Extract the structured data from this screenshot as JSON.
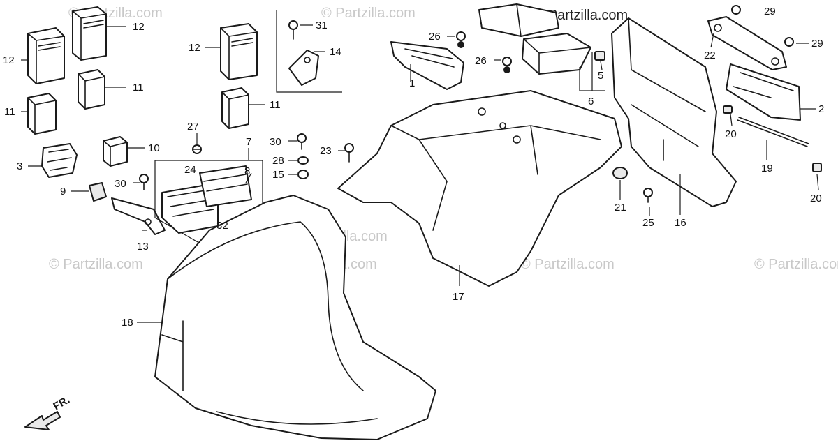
{
  "watermarks": [
    {
      "text": "© Partzilla.com"
    },
    {
      "text": "© Partzilla.com"
    },
    {
      "text": "© Partzilla.com"
    },
    {
      "text": "© Partzilla.com"
    },
    {
      "text": "© Partzilla.com"
    },
    {
      "text": "© Partzilla.com"
    },
    {
      "text": "© Partzilla.com"
    },
    {
      "text": "©Partzilla.com"
    }
  ],
  "direction_label": "FR.",
  "callouts": [
    {
      "num": "1"
    },
    {
      "num": "2"
    },
    {
      "num": "3"
    },
    {
      "num": "5"
    },
    {
      "num": "6"
    },
    {
      "num": "7"
    },
    {
      "num": "8"
    },
    {
      "num": "9"
    },
    {
      "num": "10"
    },
    {
      "num": "11"
    },
    {
      "num": "11"
    },
    {
      "num": "11"
    },
    {
      "num": "12"
    },
    {
      "num": "12"
    },
    {
      "num": "12"
    },
    {
      "num": "13"
    },
    {
      "num": "14"
    },
    {
      "num": "15"
    },
    {
      "num": "16"
    },
    {
      "num": "17"
    },
    {
      "num": "18"
    },
    {
      "num": "19"
    },
    {
      "num": "20"
    },
    {
      "num": "20"
    },
    {
      "num": "21"
    },
    {
      "num": "22"
    },
    {
      "num": "23"
    },
    {
      "num": "24"
    },
    {
      "num": "25"
    },
    {
      "num": "26"
    },
    {
      "num": "26"
    },
    {
      "num": "27"
    },
    {
      "num": "28"
    },
    {
      "num": "29"
    },
    {
      "num": "29"
    },
    {
      "num": "30"
    },
    {
      "num": "30"
    },
    {
      "num": "31"
    },
    {
      "num": "32"
    }
  ]
}
